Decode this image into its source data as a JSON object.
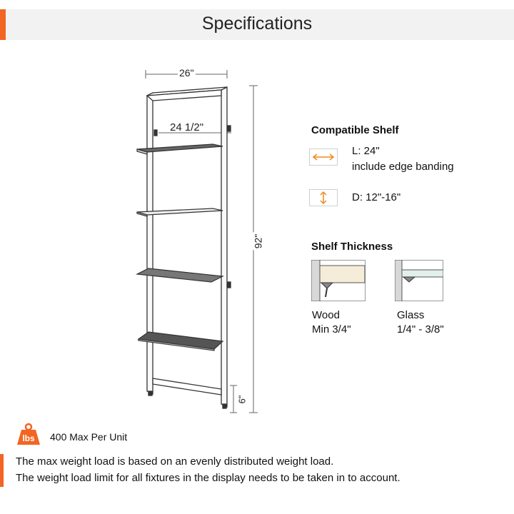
{
  "header": {
    "title": "Specifications"
  },
  "dimensions": {
    "width_top": "26\"",
    "width_inner": "24 1/2\"",
    "height": "92\"",
    "bottom_gap": "6\""
  },
  "compatible_shelf": {
    "heading": "Compatible Shelf",
    "length_label": "L: 24\"",
    "length_note": "include edge banding",
    "depth_label": "D: 12\"-16\""
  },
  "shelf_thickness": {
    "heading": "Shelf Thickness",
    "wood_name": "Wood",
    "wood_value": "Min 3/4\"",
    "glass_name": "Glass",
    "glass_value": "1/4\" - 3/8\""
  },
  "weight": {
    "badge_text": "lbs",
    "label": "400 Max Per Unit"
  },
  "notes": [
    "The max weight load is based on an evenly distributed weight load.",
    "The weight load limit for all fixtures in the display needs to be taken in to account."
  ],
  "colors": {
    "accent": "#f26522",
    "header_bg": "#f2f2f2"
  },
  "icons": [
    "horizontal-arrow-icon",
    "vertical-arrow-icon",
    "weight-icon",
    "wood-shelf-icon",
    "glass-shelf-icon"
  ]
}
